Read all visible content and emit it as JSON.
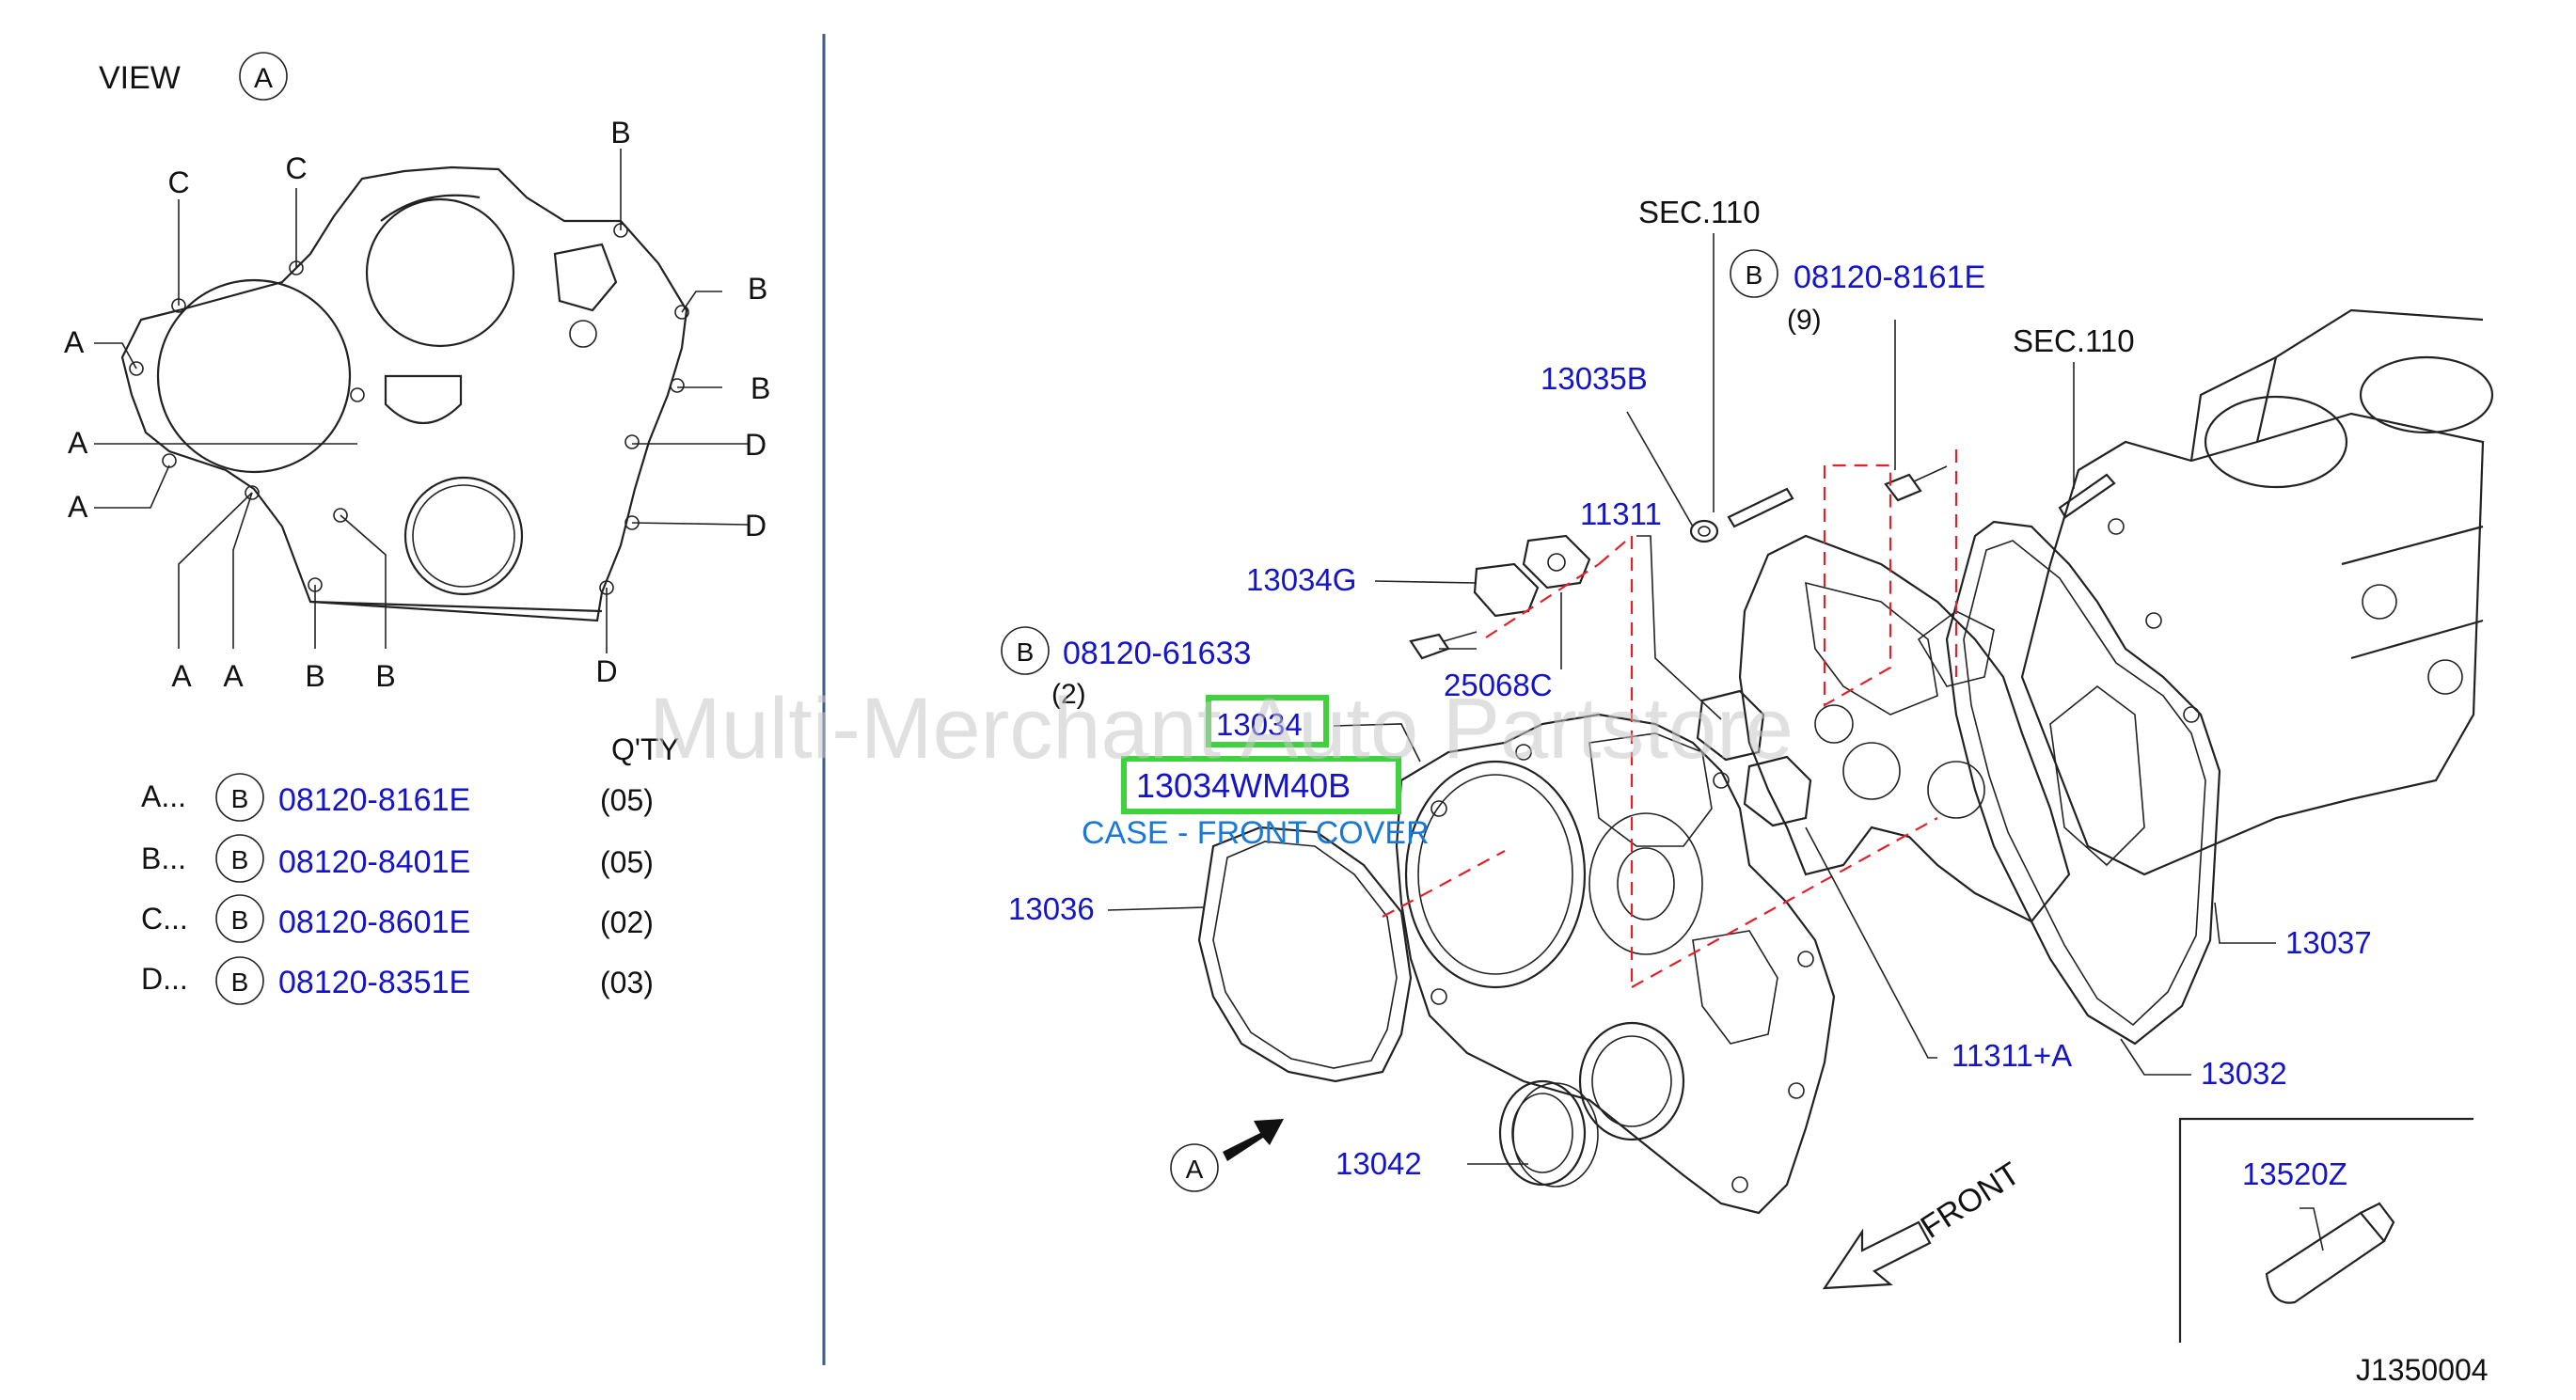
{
  "diagram": {
    "view_label": "VIEW",
    "view_letter": "A",
    "left_labels": {
      "c1": "C",
      "c2": "C",
      "b_top": "B",
      "b_r1": "B",
      "b_r2": "B",
      "d_r1": "D",
      "d_r2": "D",
      "a_l1": "A",
      "a_l2": "A",
      "a_l3": "A",
      "a_b1": "A",
      "a_b2": "A",
      "b_b1": "B",
      "b_b2": "B",
      "d_b": "D"
    },
    "qty_header": "Q'TY",
    "legend": [
      {
        "key": "A...",
        "badge": "B",
        "part": "08120-8161E",
        "qty": "(05)"
      },
      {
        "key": "B...",
        "badge": "B",
        "part": "08120-8401E",
        "qty": "(05)"
      },
      {
        "key": "C...",
        "badge": "B",
        "part": "08120-8601E",
        "qty": "(02)"
      },
      {
        "key": "D...",
        "badge": "B",
        "part": "08120-8351E",
        "qty": "(03)"
      }
    ],
    "callouts": {
      "sec110_a": "SEC.110",
      "sec110_b": "SEC.110",
      "bolt_top_badge": "B",
      "bolt_top_part": "08120-8161E",
      "bolt_top_qty": "(9)",
      "p13035b": "13035B",
      "p11311": "11311",
      "p13034g": "13034G",
      "bolt_left_badge": "B",
      "bolt_left_part": "08120-61633",
      "bolt_left_qty": "(2)",
      "p25068c": "25068C",
      "p13034": "13034",
      "p13034wm40b": "13034WM40B",
      "caption": "CASE - FRONT COVER",
      "p13036": "13036",
      "p13037": "13037",
      "p11311a": "11311+A",
      "p13032": "13032",
      "view_a": "A",
      "p13042": "13042",
      "front": "FRONT",
      "p13520z": "13520Z",
      "diagram_id": "J1350004"
    },
    "watermark": "Multi-Merchant Auto Partstore",
    "colors": {
      "link": "#1414c8",
      "caption": "#1a78d6",
      "highlight": "#3fd23f",
      "dash": "#e0222a"
    }
  }
}
